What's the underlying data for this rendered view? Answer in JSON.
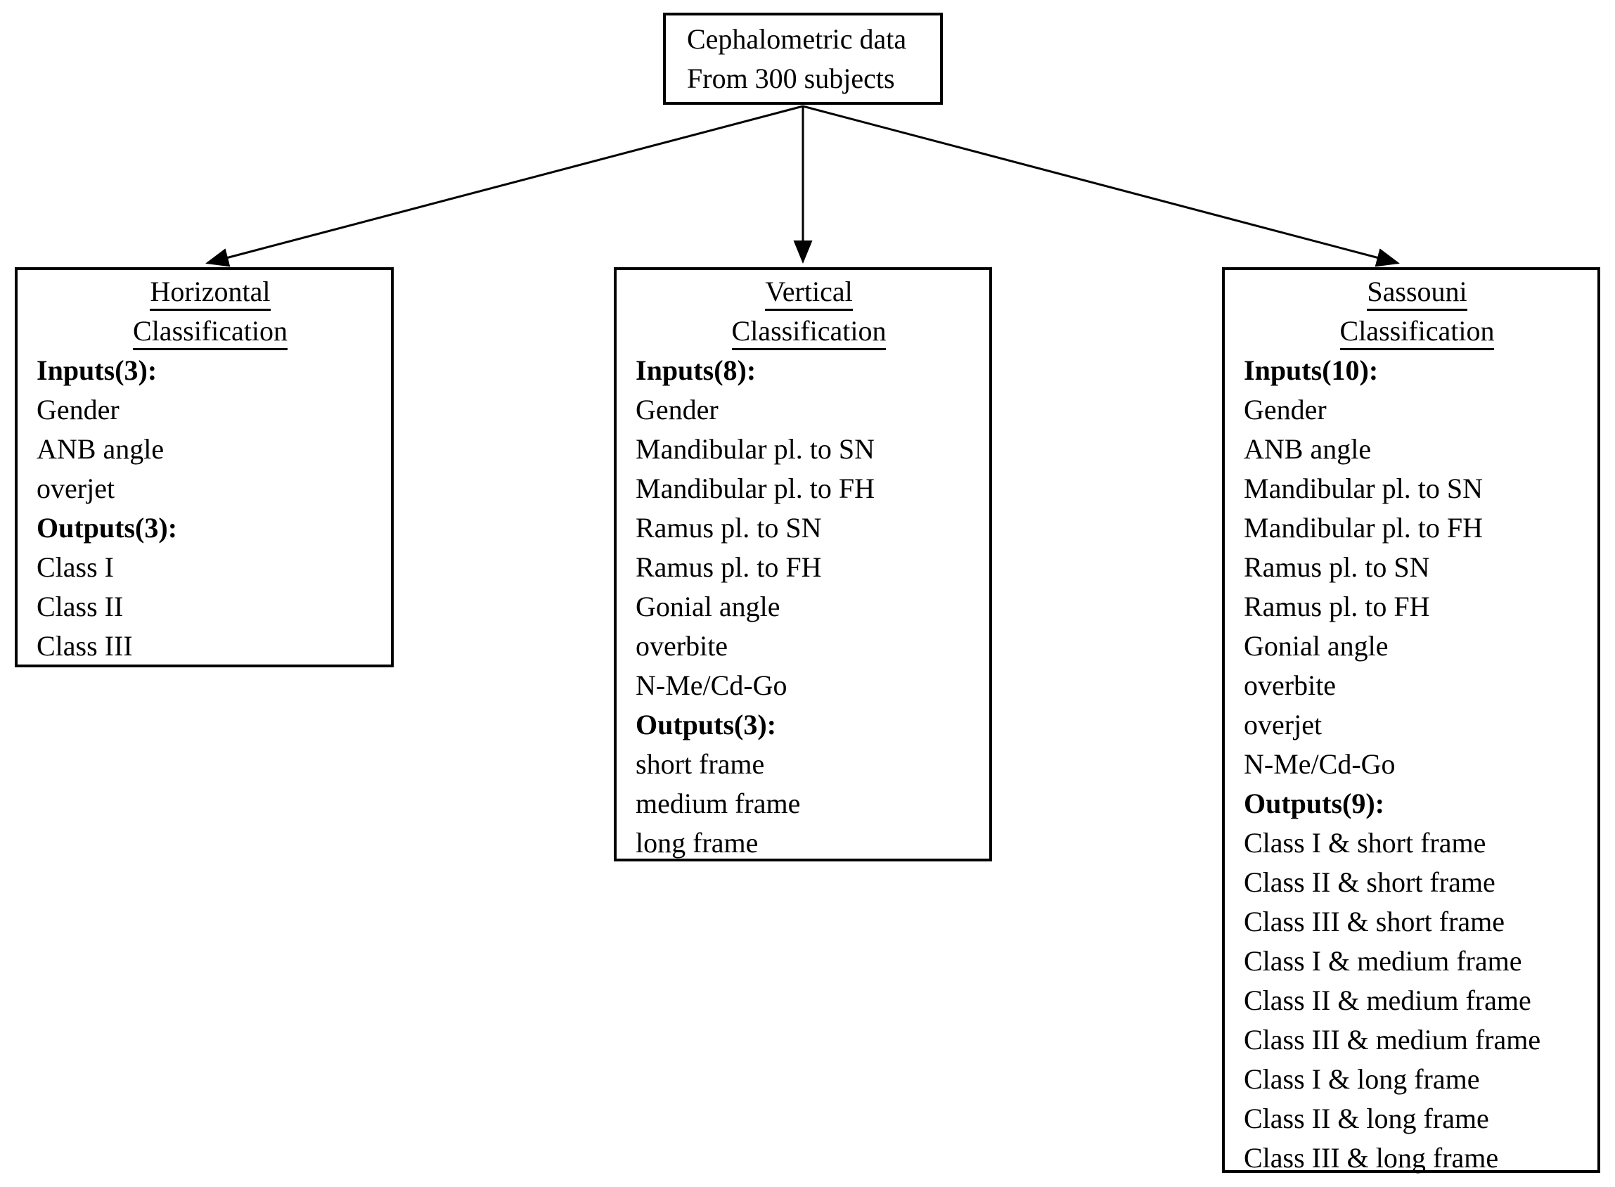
{
  "diagram": {
    "colors": {
      "line": "#000000",
      "text": "#000000",
      "background": "#ffffff"
    },
    "root": {
      "lines": [
        "Cephalometric data",
        "From 300 subjects"
      ]
    },
    "branches": [
      {
        "title_lines": [
          "Horizontal",
          "Classification"
        ],
        "inputs_label": "Inputs(3):",
        "inputs": [
          "Gender",
          "ANB angle",
          "overjet"
        ],
        "outputs_label": "Outputs(3):",
        "outputs": [
          "Class I",
          "Class II",
          "Class III"
        ]
      },
      {
        "title_lines": [
          "Vertical",
          "Classification"
        ],
        "inputs_label": "Inputs(8):",
        "inputs": [
          "Gender",
          "Mandibular pl. to SN",
          "Mandibular pl. to FH",
          "Ramus pl. to SN",
          "Ramus pl. to FH",
          "Gonial angle",
          "overbite",
          "N-Me/Cd-Go"
        ],
        "outputs_label": "Outputs(3):",
        "outputs": [
          "short frame",
          "medium frame",
          "long frame"
        ]
      },
      {
        "title_lines": [
          "Sassouni",
          "Classification"
        ],
        "inputs_label": "Inputs(10):",
        "inputs": [
          "Gender",
          "ANB angle",
          "Mandibular pl. to SN",
          "Mandibular pl. to FH",
          "Ramus pl. to SN",
          "Ramus pl. to FH",
          "Gonial angle",
          "overbite",
          "overjet",
          "N-Me/Cd-Go"
        ],
        "outputs_label": "Outputs(9):",
        "outputs": [
          "Class I & short frame",
          "Class II & short frame",
          "Class III & short frame",
          "Class I & medium frame",
          "Class II & medium frame",
          "Class III & medium frame",
          "Class I & long frame",
          "Class II & long frame",
          "Class III & long frame"
        ]
      }
    ]
  }
}
